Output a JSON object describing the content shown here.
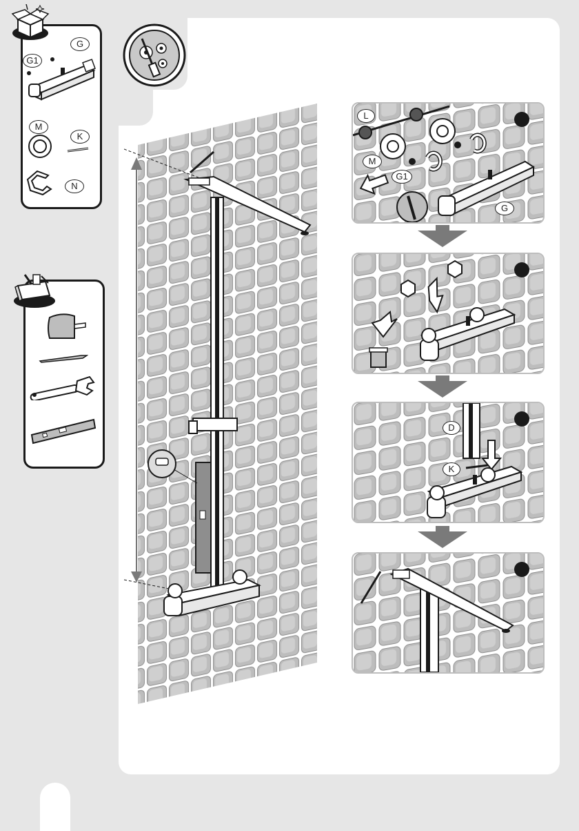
{
  "parts_panel": {
    "labels": [
      "G1",
      "G",
      "M",
      "K",
      "N"
    ]
  },
  "steps": [
    {
      "labels": [
        "L",
        "M",
        "G1",
        "G"
      ]
    },
    {
      "labels": []
    },
    {
      "labels": [
        "D",
        "K"
      ]
    },
    {
      "labels": []
    }
  ],
  "icons": {
    "unbox": "open-box-icon",
    "tools": "toolbox-icon",
    "assembly": "gears-screwdriver-icon",
    "trash": "trash-bin-icon"
  },
  "colors": {
    "tile": "#bdbdbd",
    "tile_edge": "#8e8e8e",
    "arrow_gray": "#7a7a7a",
    "ink": "#1a1a1a"
  }
}
